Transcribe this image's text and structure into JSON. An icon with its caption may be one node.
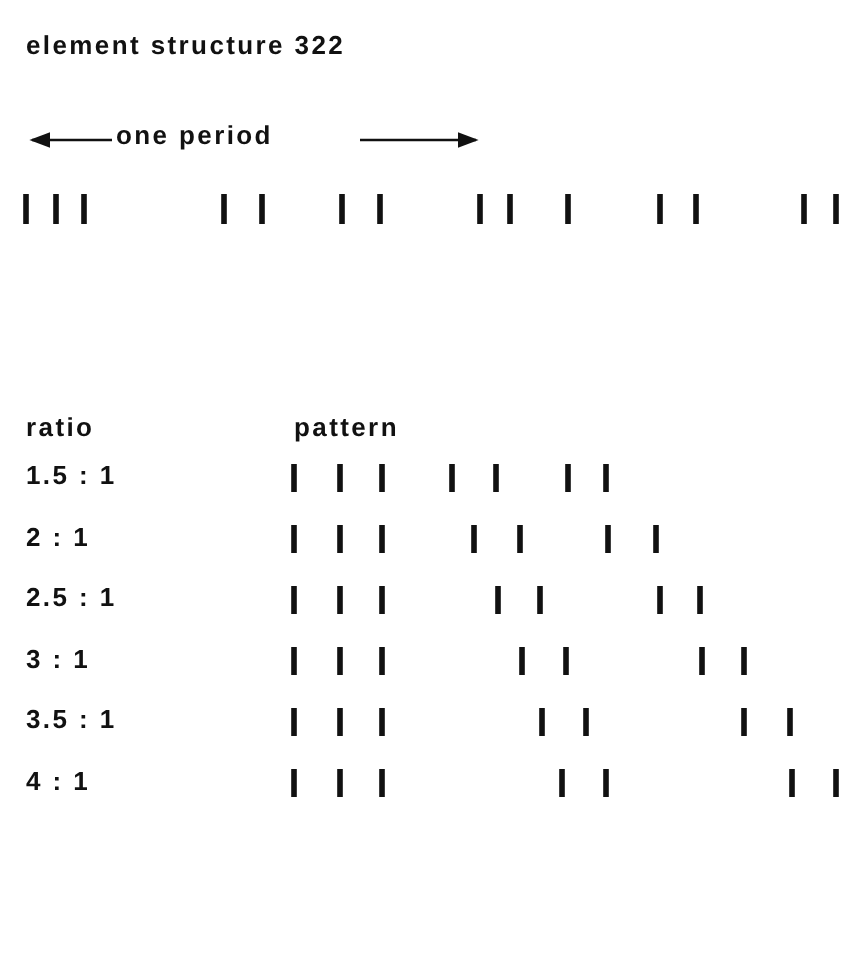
{
  "diagram": {
    "title": "element structure 322",
    "labels": [
      "one period",
      "ratio",
      "pattern",
      "1.5 : 1",
      "2 : 1",
      "2.5 : 1",
      "3 : 1",
      "3.5 : 1",
      "4 : 1"
    ]
  }
}
